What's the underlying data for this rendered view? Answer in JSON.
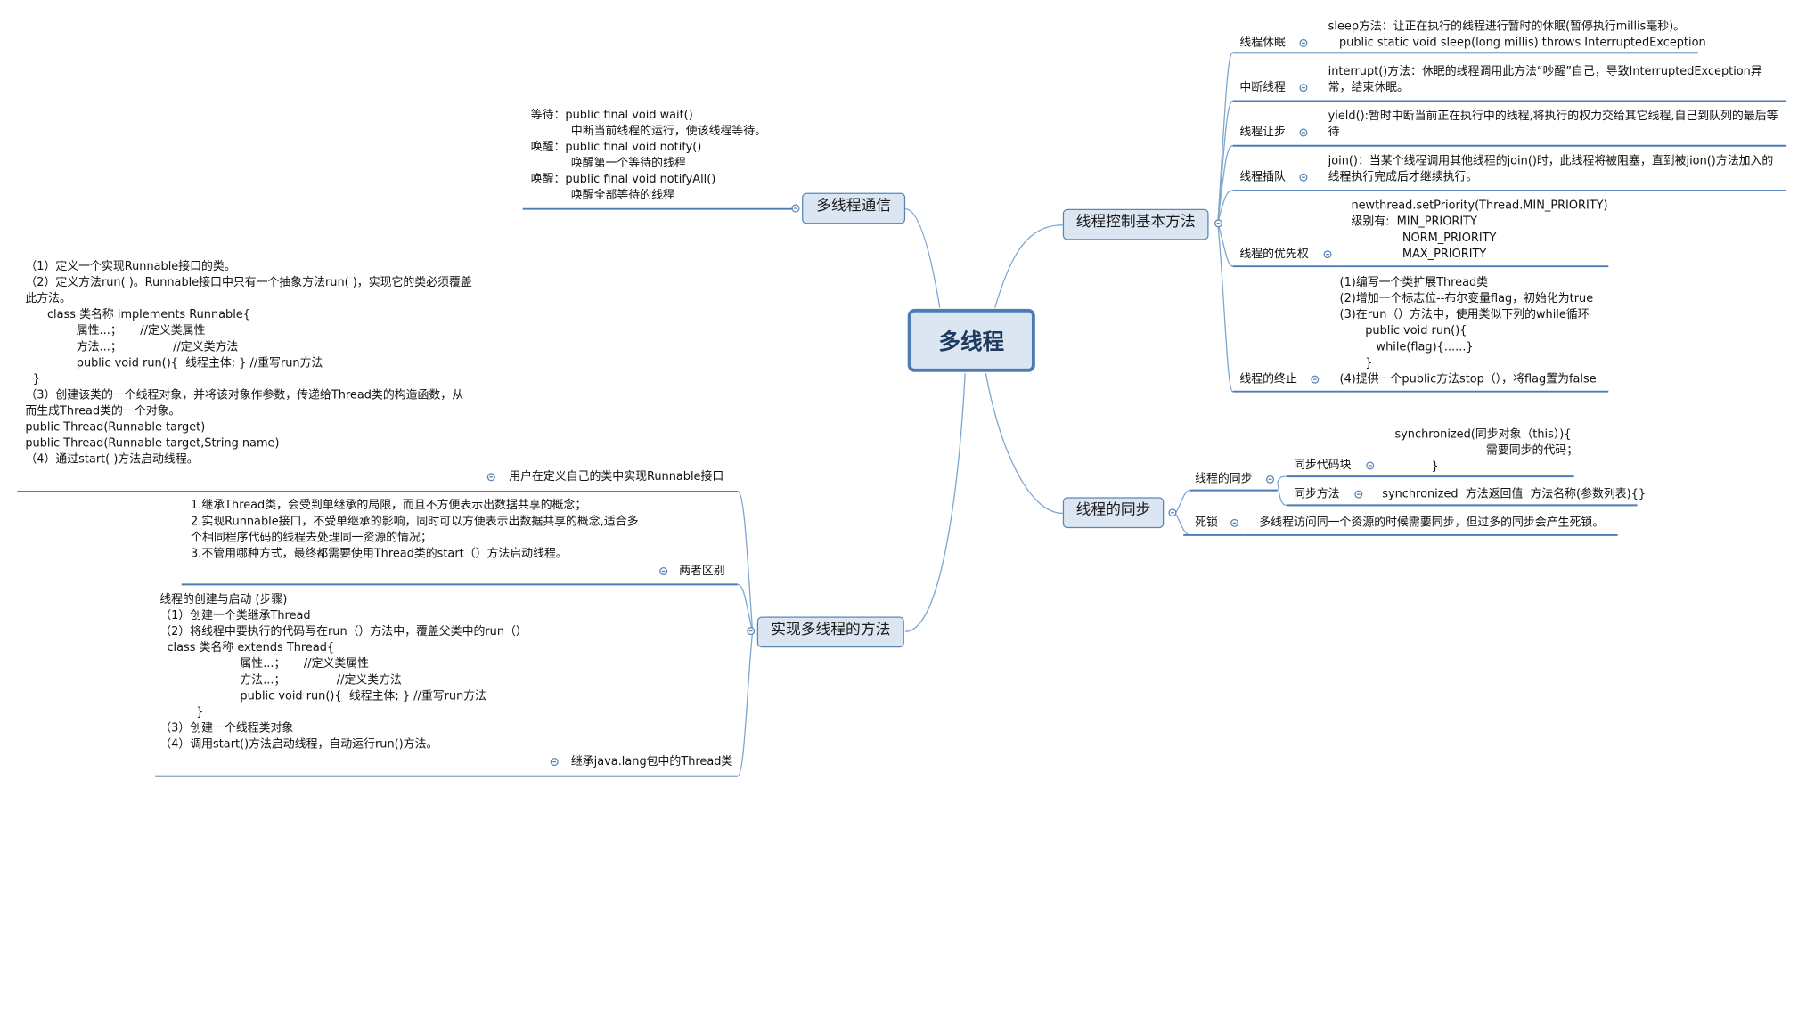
{
  "central": "多线程",
  "branches": {
    "control": {
      "title": "线程控制基本方法",
      "sleep": {
        "label": "线程休眠",
        "lines": [
          "sleep方法：让正在执行的线程进行暂时的休眠(暂停执行millis毫秒)。",
          "   public static void sleep(long millis) throws InterruptedException"
        ]
      },
      "interrupt": {
        "label": "中断线程",
        "lines": [
          "interrupt()方法：休眠的线程调用此方法“吵醒”自己，导致InterruptedException异",
          "常，结束休眠。"
        ]
      },
      "yield": {
        "label": "线程让步",
        "lines": [
          "yield():暂时中断当前正在执行中的线程,将执行的权力交给其它线程,自己到队列的最后等",
          "待"
        ]
      },
      "join": {
        "label": "线程插队",
        "lines": [
          "join()：当某个线程调用其他线程的join()时，此线程将被阻塞，直到被jion()方法加入的",
          "线程执行完成后才继续执行。"
        ]
      },
      "priority": {
        "label": "线程的优先权",
        "lines": [
          "newthread.setPriority(Thread.MIN_PRIORITY)",
          "级别有:  MIN_PRIORITY",
          "              NORM_PRIORITY",
          "              MAX_PRIORITY"
        ]
      },
      "stop": {
        "label": "线程的终止",
        "lines": [
          "(1)编写一个类扩展Thread类",
          "(2)增加一个标志位--布尔变量flag，初始化为true",
          "(3)在run（）方法中，使用类似下列的while循环",
          "       public void run(){",
          "          while(flag){......}",
          "       }",
          "(4)提供一个public方法stop（），将flag置为false"
        ]
      }
    },
    "sync": {
      "title": "线程的同步",
      "thread_sync": "线程的同步",
      "sync_block": {
        "label": "同步代码块",
        "lines": [
          "synchronized(同步对象（this）){",
          "                         需要同步的代码；",
          "          }"
        ]
      },
      "sync_method": {
        "label": "同步方法",
        "text": "synchronized  方法返回值  方法名称(参数列表){}"
      },
      "deadlock": {
        "label": "死锁",
        "text": "多线程访问同一个资源的时候需要同步，但过多的同步会产生死锁。"
      }
    },
    "comm": {
      "title": "多线程通信",
      "lines": [
        "等待：public final void wait()",
        "           中断当前线程的运行，使该线程等待。",
        "唤醒：public final void notify()",
        "           唤醒第一个等待的线程",
        "唤醒：public final void notifyAll()",
        "           唤醒全部等待的线程"
      ]
    },
    "impl": {
      "title": "实现多线程的方法",
      "runnable": {
        "label": "用户在定义自己的类中实现Runnable接口",
        "lines": [
          "（1）定义一个实现Runnable接口的类。",
          "（2）定义方法run( )。Runnable接口中只有一个抽象方法run( )，实现它的类必须覆盖",
          "此方法。",
          "      class 类名称 implements Runnable{",
          "              属性...；     //定义类属性",
          "              方法...；              //定义类方法",
          "              public void run(){  线程主体; } //重写run方法",
          "  }",
          "（3）创建该类的一个线程对象，并将该对象作参数，传递给Thread类的构造函数，从",
          "而生成Thread类的一个对象。",
          "public Thread(Runnable target)",
          "public Thread(Runnable target,String name)",
          "（4）通过start( )方法启动线程。"
        ]
      },
      "diff": {
        "label": "两者区别",
        "lines": [
          "1.继承Thread类，会受到单继承的局限，而且不方便表示出数据共享的概念；",
          "2.实现Runnable接口，不受单继承的影响，同时可以方便表示出数据共享的概念,适合多",
          "个相同程序代码的线程去处理同一资源的情况；",
          "3.不管用哪种方式，最终都需要使用Thread类的start（）方法启动线程。"
        ]
      },
      "thread": {
        "label": "继承java.lang包中的Thread类",
        "lines": [
          "线程的创建与启动 (步骤)",
          "（1）创建一个类继承Thread",
          "（2）将线程中要执行的代码写在run（）方法中，覆盖父类中的run（）",
          "  class 类名称 extends Thread{",
          "                      属性...；     //定义类属性",
          "                      方法...；              //定义类方法",
          "                      public void run(){  线程主体; } //重写run方法",
          "          }",
          "（3）创建一个线程类对象",
          "（4）调用start()方法启动线程，自动运行run()方法。"
        ]
      }
    }
  },
  "colors": {
    "line": "#5b87b7",
    "node_fill": "#dce6f2",
    "node_border": "#5b87b7"
  }
}
